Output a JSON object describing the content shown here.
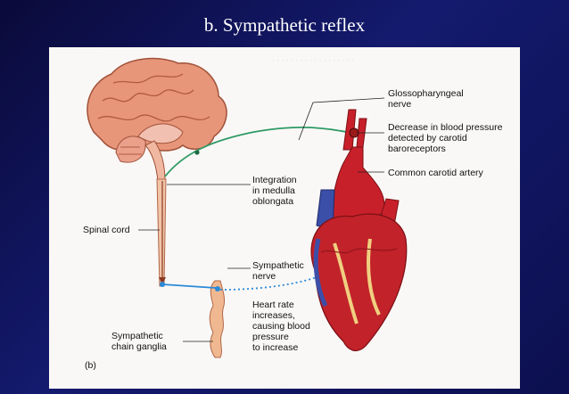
{
  "title": "b.  Sympathetic reflex",
  "figure": {
    "panel_label": "(b)",
    "labels": {
      "glossopharyngeal": "Glossopharyngeal\nnerve",
      "decrease_bp": "Decrease in blood pressure\ndetected by carotid\nbaroreceptors",
      "carotid_artery": "Common carotid artery",
      "integration": "Integration\nin medulla\noblongata",
      "spinal_cord": "Spinal cord",
      "sympathetic_nerve": "Sympathetic\nnerve",
      "heart_rate": "Heart rate\nincreases,\ncausing blood\npressure\nto increase",
      "chain_ganglia": "Sympathetic\nchain ganglia"
    }
  },
  "colors": {
    "nerve_green": "#2e9a66",
    "nerve_blue": "#2a8ad8",
    "heart_red": "#c8202a",
    "vessel_blue": "#3b4fa8"
  }
}
